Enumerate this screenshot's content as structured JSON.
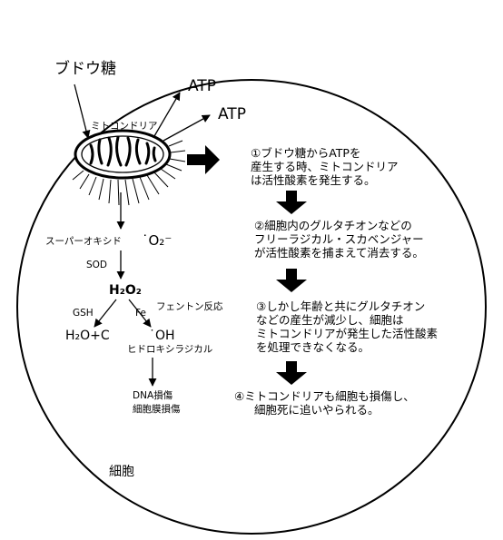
{
  "labels": {
    "glucose": "ブドウ糖",
    "atp1": "ATP",
    "atp2": "ATP",
    "mitochondria": "ミトコンドリア",
    "superoxide": "スーパーオキシド",
    "superoxide_formula": "˙O₂⁻",
    "sod": "SOD",
    "h2o2": "H₂O₂",
    "gsh": "GSH",
    "fe": "Fe",
    "fenton": "フェントン反応",
    "water": "H₂O+C",
    "oh": "˙OH",
    "hydroxyl": "ヒドロキシラジカル",
    "dna_damage": "DNA損傷",
    "membrane_damage": "細胞膜損傷",
    "cell": "細胞"
  },
  "steps": [
    {
      "lines": [
        "①ブドウ糖からATPを",
        "産生する時、ミトコンドリア",
        "は活性酸素を発生する。"
      ]
    },
    {
      "lines": [
        "②細胞内のグルタチオンなどの",
        "フリーラジカル・スカベンジャー",
        "が活性酸素を捕まえて消去する。"
      ]
    },
    {
      "lines": [
        "③しかし年齢と共にグルタチオン",
        "などの産生が減少し、細胞は",
        "ミトコンドリアが発生した活性酸素",
        "を処理できなくなる。"
      ]
    },
    {
      "lines": [
        "④ミトコンドリアも細胞も損傷し、",
        "細胞死に追いやられる。"
      ]
    }
  ]
}
